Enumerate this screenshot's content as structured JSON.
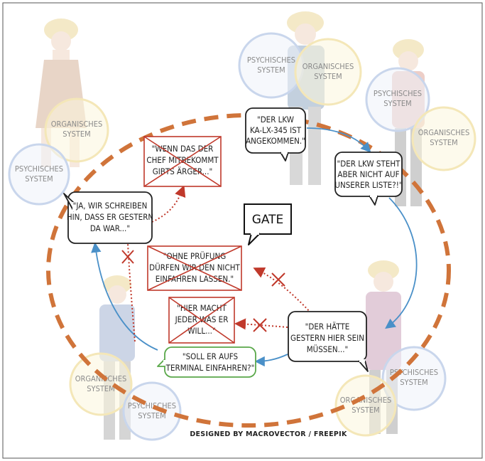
{
  "systems": {
    "psychisch_lines": [
      "PSYCHISCHES",
      "SYSTEM"
    ],
    "organisch_lines": [
      "ORGANISCHES",
      "SYSTEM"
    ]
  },
  "gate_label": "GATE",
  "bubbles": {
    "lkw_arrived": [
      "\"DER LKW",
      "KA-LX-345 IST",
      "ANGEKOMMEN.\""
    ],
    "not_on_list": [
      "\"DER LKW STEHT",
      "ABER NICHT AUF",
      "UNSERER LISTE?!\""
    ],
    "should_have_been": [
      "\"DER HÄTTE",
      "GESTERN HIER SEIN",
      "MÜSSEN...\""
    ],
    "terminal_question": [
      "\"SOLL ER AUFS",
      "TERMINAL EINFAHREN?\""
    ],
    "write_yesterday": [
      "\"JA, WIR SCHREIBEN",
      "HIN, DASS ER GESTERN",
      "DA WAR...\""
    ],
    "boss_trouble": [
      "\"WENN DAS DER",
      "CHEF MITBEKOMMT",
      "GIBTS ÄRGER...\""
    ],
    "without_check": [
      "\"OHNE PRÜFUNG",
      "DÜRFEN WIR DEN NICHT",
      "EINFAHREN LASSEN.\""
    ],
    "everyone_does": [
      "\"HIER MACHT",
      "JEDER WAS ER",
      "WILL...\""
    ]
  },
  "credit": "DESIGNED BY MACROVECTOR / FREEPIK",
  "colors": {
    "boundary": "#d0743a",
    "arrow_blue": "#4a90c8",
    "arrow_red": "#c0392b",
    "terminal_border": "#5aa84a",
    "bubble_border": "#222222",
    "circle_blue": "#c9d6ec",
    "circle_yellow": "#f4e7b8"
  }
}
